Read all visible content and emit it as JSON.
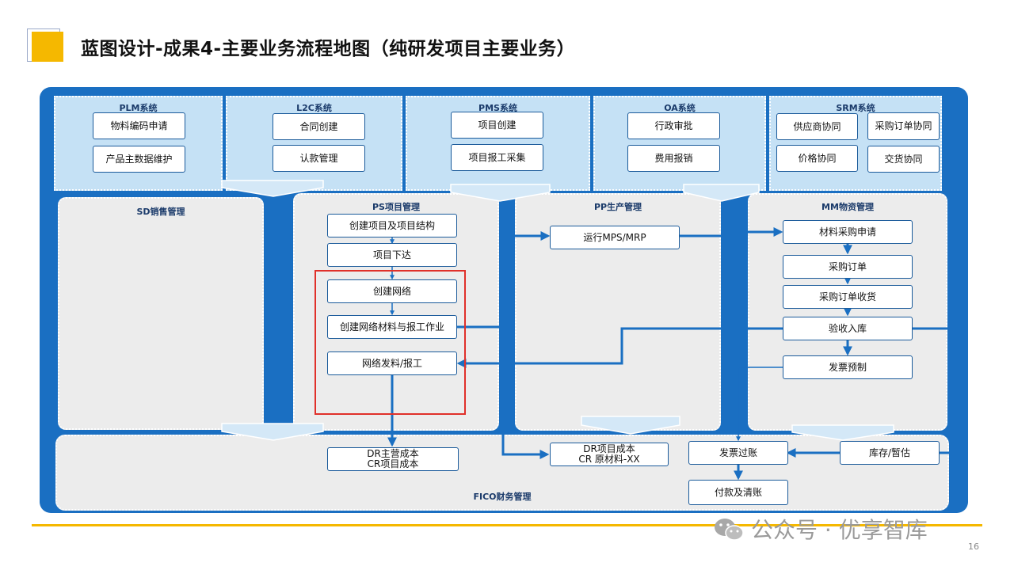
{
  "title": "蓝图设计-成果4-主要业务流程地图（纯研发项目主要业务）",
  "systems": {
    "plm": {
      "title": "PLM系统",
      "items": [
        "物料编码申请",
        "产品主数据维护"
      ]
    },
    "l2c": {
      "title": "L2C系统",
      "items": [
        "合同创建",
        "认款管理"
      ]
    },
    "pms": {
      "title": "PMS系统",
      "items": [
        "项目创建",
        "项目报工采集"
      ]
    },
    "oa": {
      "title": "OA系统",
      "items": [
        "行政审批",
        "费用报销"
      ]
    },
    "srm": {
      "title": "SRM系统",
      "items": [
        "供应商协同",
        "采购订单协同",
        "价格协同",
        "交货协同"
      ]
    }
  },
  "modules": {
    "sd": {
      "title": "SD销售管理"
    },
    "ps": {
      "title": "PS项目管理",
      "items": [
        "创建项目及项目结构",
        "项目下达",
        "创建网络",
        "创建网络材料与报工作业",
        "网络发料/报工"
      ]
    },
    "pp": {
      "title": "PP生产管理",
      "items": [
        "运行MPS/MRP"
      ]
    },
    "mm": {
      "title": "MM物资管理",
      "items": [
        "材料采购申请",
        "采购订单",
        "采购订单收货",
        "验收入库",
        "发票预制"
      ]
    },
    "fico": {
      "title": "FICO财务管理",
      "items": [
        "DR主营成本",
        "CR项目成本",
        "DR项目成本",
        "CR 原材料-XX",
        "发票过账",
        "付款及清账",
        "库存/暂估"
      ]
    }
  },
  "watermark": "公众号 · 优享智库",
  "page_number": "16",
  "colors": {
    "accent": "#f5b800",
    "frame": "#1a6fc2",
    "system_bg": "#c5e1f5",
    "module_bg": "#ececec",
    "highlight": "#e0302a"
  }
}
